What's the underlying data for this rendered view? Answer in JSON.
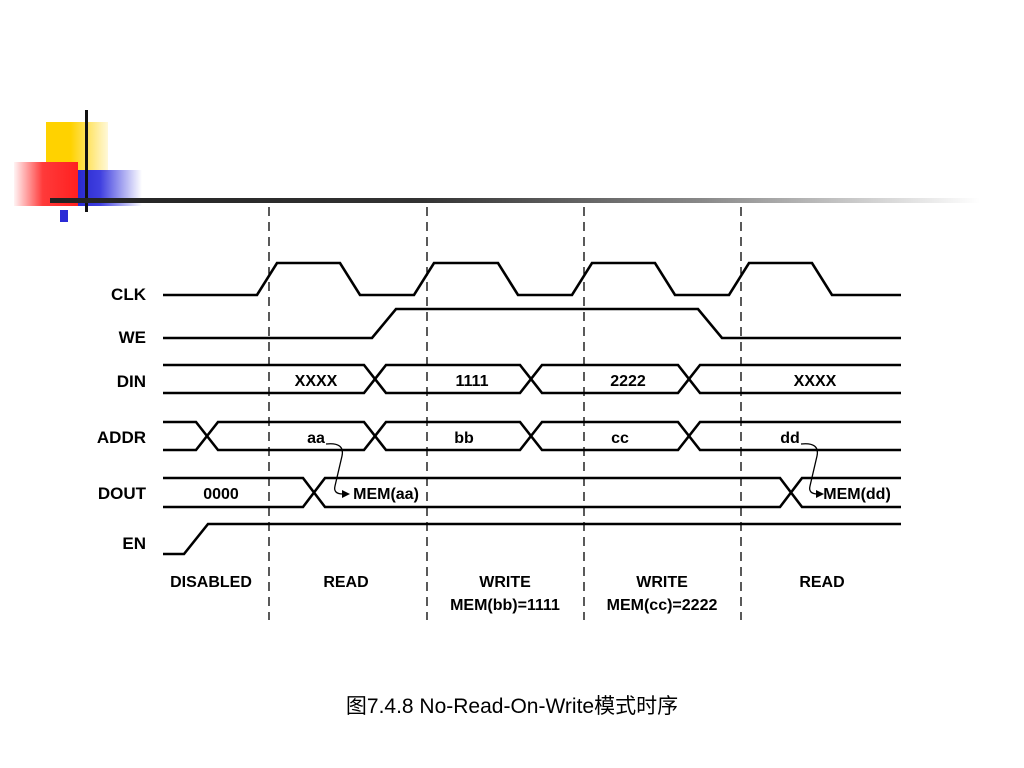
{
  "diagram": {
    "signals": [
      {
        "id": "clk",
        "label": "CLK"
      },
      {
        "id": "we",
        "label": "WE"
      },
      {
        "id": "din",
        "label": "DIN"
      },
      {
        "id": "addr",
        "label": "ADDR"
      },
      {
        "id": "dout",
        "label": "DOUT"
      },
      {
        "id": "en",
        "label": "EN"
      }
    ],
    "din_values": [
      "XXXX",
      "1111",
      "2222",
      "XXXX"
    ],
    "addr_values": [
      "aa",
      "bb",
      "cc",
      "dd"
    ],
    "dout_values": [
      "0000",
      "MEM(aa)",
      "MEM(dd)"
    ],
    "phases": [
      {
        "lines": [
          "DISABLED"
        ]
      },
      {
        "lines": [
          "READ"
        ]
      },
      {
        "lines": [
          "WRITE",
          "MEM(bb)=1111"
        ]
      },
      {
        "lines": [
          "WRITE",
          "MEM(cc)=2222"
        ]
      },
      {
        "lines": [
          "READ"
        ]
      }
    ]
  },
  "caption": "图7.4.8 No-Read-On-Write模式时序",
  "colors": {
    "ink": "#000000",
    "accent_yellow": "#ffd200",
    "accent_red": "#ff2020",
    "accent_blue": "#2b2bd6"
  }
}
